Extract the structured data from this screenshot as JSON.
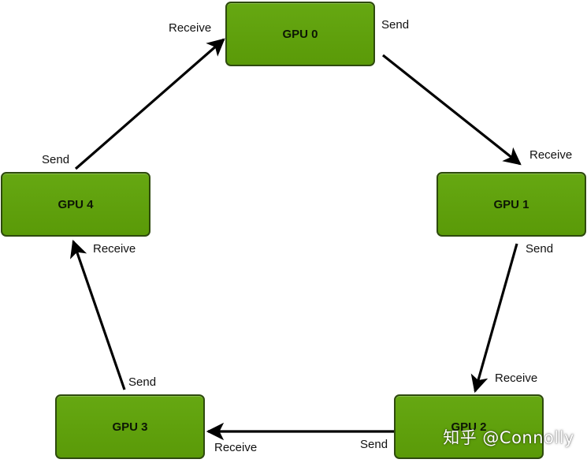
{
  "nodes": [
    {
      "id": "gpu0",
      "label": "GPU 0"
    },
    {
      "id": "gpu1",
      "label": "GPU 1"
    },
    {
      "id": "gpu2",
      "label": "GPU 2"
    },
    {
      "id": "gpu3",
      "label": "GPU 3"
    },
    {
      "id": "gpu4",
      "label": "GPU 4"
    }
  ],
  "edges": [
    {
      "from": "GPU 0",
      "to": "GPU 1",
      "send_label": "Send",
      "receive_label": "Receive"
    },
    {
      "from": "GPU 1",
      "to": "GPU 2",
      "send_label": "Send",
      "receive_label": "Receive"
    },
    {
      "from": "GPU 2",
      "to": "GPU 3",
      "send_label": "Send",
      "receive_label": "Receive"
    },
    {
      "from": "GPU 3",
      "to": "GPU 4",
      "send_label": "Send",
      "receive_label": "Receive"
    },
    {
      "from": "GPU 4",
      "to": "GPU 0",
      "send_label": "Send",
      "receive_label": "Receive"
    }
  ],
  "watermark": "知乎 @Connolly",
  "colors": {
    "node_fill": "#5e9f0a",
    "node_border": "#2e4a0e",
    "arrow": "#000000",
    "text": "#111111"
  }
}
